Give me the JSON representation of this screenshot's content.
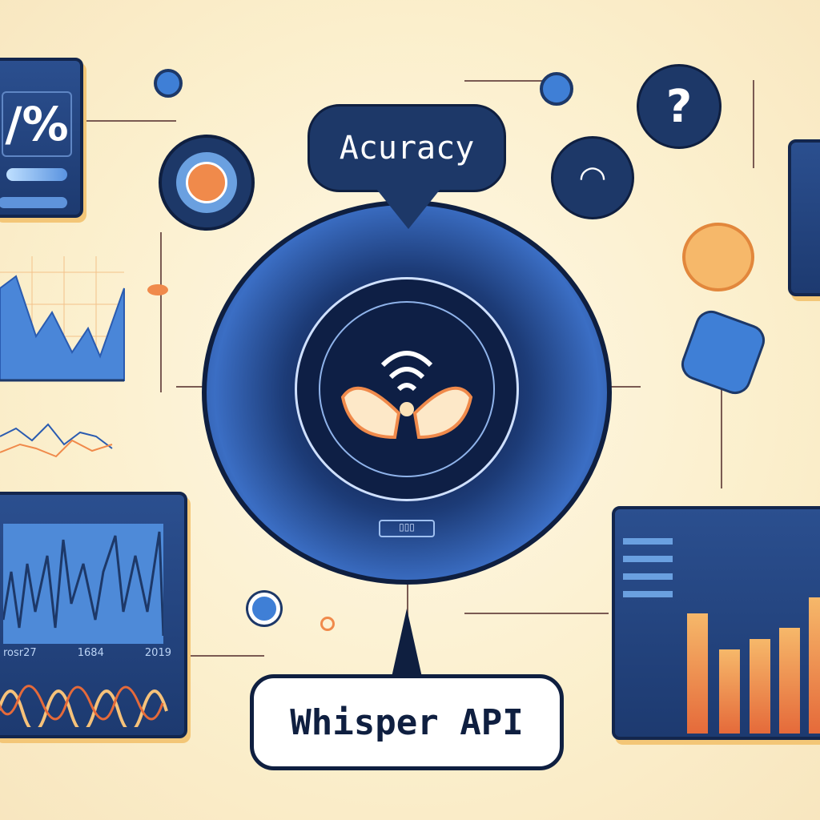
{
  "accuracy_bubble": {
    "label": "Acuracy"
  },
  "api_bubble": {
    "label": "Whisper API"
  },
  "percent_panel": {
    "label": "/%"
  },
  "help_bubble": {
    "label": "?"
  },
  "chart_panel_bottom_left": {
    "tick_labels": [
      "rosr27",
      "1684",
      "2019"
    ]
  },
  "center_display": {
    "label": "▯▯▯"
  },
  "colors": {
    "navy": "#1d3868",
    "blue": "#3f7fd6",
    "orange": "#f08a4b",
    "cream": "#fbefcc"
  }
}
